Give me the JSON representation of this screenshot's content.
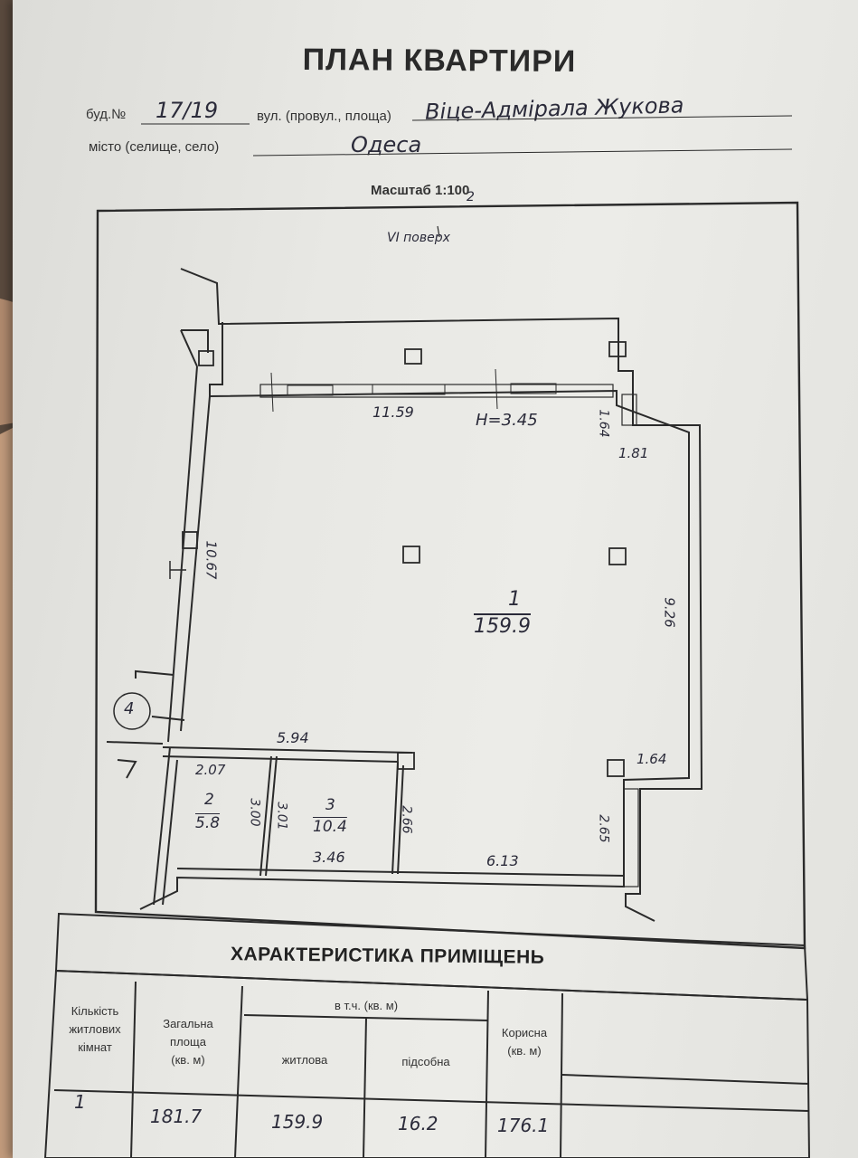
{
  "header": {
    "title": "ПЛАН КВАРТИРИ",
    "building_label": "буд.№",
    "building_number": "17/19",
    "street_label": "вул. (провул., площа)",
    "street": "Віце-Адмірала Жукова",
    "city_label": "місто (селище, село)",
    "city": "Одеса",
    "scale": "Масштаб 1:100",
    "scale_correction": "2"
  },
  "plan": {
    "floor": "VI поверх",
    "room1_number": "1",
    "room1_area": "159.9",
    "room2_number": "2",
    "room2_area": "5.8",
    "room3_number": "3",
    "room3_area": "10.4",
    "marker": "4",
    "dim_top": "11.59",
    "dim_height": "H=3.45",
    "dim_niche_v": "1.64",
    "dim_niche_h": "1.81",
    "dim_left": "10.67",
    "dim_right": "9.26",
    "dim_bottom_right_h": "1.64",
    "dim_bottom_right_v": "2.65",
    "dim_mid": "5.94",
    "dim_room2_w": "2.07",
    "dim_room2_h": "3.00",
    "dim_room3_left": "3.01",
    "dim_room3_right": "2.66",
    "dim_room3_w": "3.46",
    "dim_bottom": "6.13"
  },
  "characteristics": {
    "title": "ХАРАКТЕРИСТИКА ПРИМІЩЕНЬ",
    "col_rooms": [
      "Кількість",
      "житлових",
      "кімнат"
    ],
    "col_total": [
      "Загальна",
      "площа",
      "(кв. м)"
    ],
    "col_incl": "в т.ч. (кв. м)",
    "col_living": "житлова",
    "col_aux": "підсобна",
    "col_useful": [
      "Корисна",
      "(кв. м)"
    ],
    "row": {
      "rooms": "1",
      "total": "181.7",
      "living": "159.9",
      "aux": "16.2",
      "useful": "176.1"
    }
  }
}
